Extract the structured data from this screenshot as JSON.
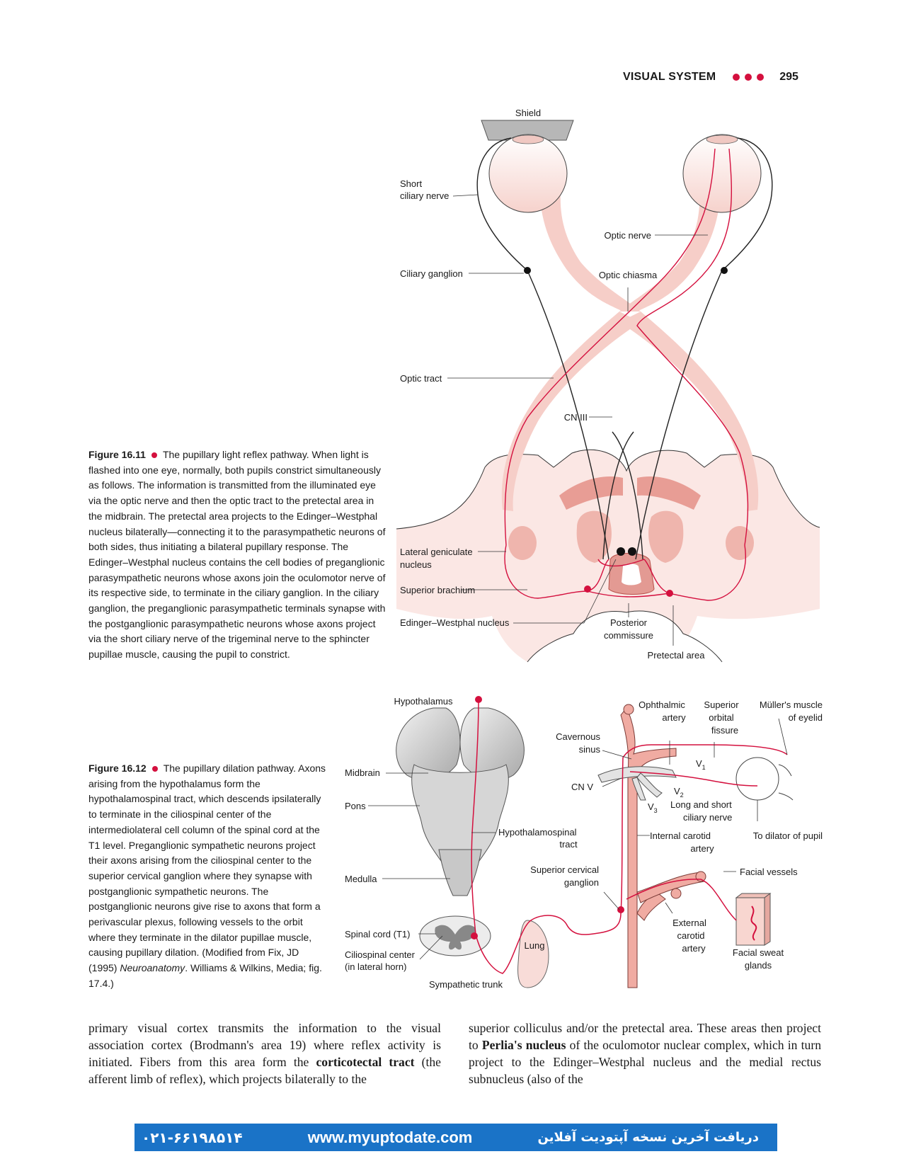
{
  "header": {
    "title": "VISUAL SYSTEM",
    "page_number": "295"
  },
  "figure_16_11": {
    "labels": {
      "shield": "Shield",
      "short_ciliary_1": "Short",
      "short_ciliary_2": "ciliary nerve",
      "optic_nerve": "Optic nerve",
      "ciliary_ganglion": "Ciliary ganglion",
      "optic_chiasma": "Optic chiasma",
      "optic_tract": "Optic tract",
      "cn_iii": "CN III",
      "lgn_1": "Lateral geniculate",
      "lgn_2": "nucleus",
      "superior_brachium": "Superior brachium",
      "edinger": "Edinger–Westphal nucleus",
      "posterior_1": "Posterior",
      "posterior_2": "commissure",
      "pretectal": "Pretectal area"
    },
    "caption_label": "Figure 16.11",
    "caption_text": "The pupillary light reflex pathway. When light is flashed into one eye, normally, both pupils constrict simultaneously as follows. The information is transmitted from the illuminated eye via the optic nerve and then the optic tract to the pretectal area in the midbrain. The pretectal area projects to the Edinger–Westphal nucleus bilaterally—connecting it to the parasympathetic neurons of both sides, thus initiating a bilateral pupillary response. The Edinger–Westphal nucleus contains the cell bodies of preganglionic parasympathetic neurons whose axons join the oculomotor nerve of its respective side, to terminate in the ciliary ganglion. In the ciliary ganglion, the preganglionic parasympathetic terminals synapse with the postganglionic parasympathetic neurons whose axons project via the short ciliary nerve of the trigeminal nerve to the sphincter pupillae muscle, causing the pupil to constrict."
  },
  "figure_16_12": {
    "labels": {
      "hypothalamus": "Hypothalamus",
      "midbrain": "Midbrain",
      "pons": "Pons",
      "medulla": "Medulla",
      "spinal_cord": "Spinal cord (T1)",
      "ciliospinal_1": "Ciliospinal center",
      "ciliospinal_2": "(in lateral horn)",
      "sympathetic_trunk": "Sympathetic trunk",
      "lung": "Lung",
      "hypothalamospinal_1": "Hypothalamospinal",
      "hypothalamospinal_2": "tract",
      "superior_cervical_1": "Superior cervical",
      "superior_cervical_2": "ganglion",
      "cavernous_1": "Cavernous",
      "cavernous_2": "sinus",
      "cn_v": "CN V",
      "ophthalmic_1": "Ophthalmic",
      "ophthalmic_2": "artery",
      "superior_orbital_1": "Superior",
      "superior_orbital_2": "orbital",
      "superior_orbital_3": "fissure",
      "muller_1": "Müller's muscle",
      "muller_2": "of eyelid",
      "v1": "V",
      "v1_sub": "1",
      "v2": "V",
      "v2_sub": "2",
      "v3": "V",
      "v3_sub": "3",
      "long_short_1": "Long and short",
      "long_short_2": "ciliary nerve",
      "internal_carotid_1": "Internal carotid",
      "internal_carotid_2": "artery",
      "dilator": "To dilator of pupil",
      "facial_vessels": "Facial vessels",
      "external_carotid_1": "External",
      "external_carotid_2": "carotid",
      "external_carotid_3": "artery",
      "sweat_1": "Facial sweat",
      "sweat_2": "glands"
    },
    "caption_label": "Figure 16.12",
    "caption_text_before": "The pupillary dilation pathway. Axons arising from the hypothalamus form the hypothalamospinal tract, which descends ipsilaterally to terminate in the ciliospinal center of the intermediolateral cell column of the spinal cord at the T1 level. Preganglionic sympathetic neurons project their axons arising from the ciliospinal center to the superior cervical ganglion where they synapse with postganglionic sympathetic neurons. The postganglionic neurons give rise to axons that form a perivascular plexus, following vessels to the orbit where they terminate in the dilator pupillae muscle, causing pupillary dilation. (Modified from Fix, JD (1995) ",
    "caption_italic": "Neuroanatomy",
    "caption_text_after": ". Williams & Wilkins, Media; fig. 17.4.)"
  },
  "body_text": {
    "left_1": "primary visual cortex transmits the information to the visual association cortex (Brodmann's area 19) where reflex activity is initiated. Fibers from this area form the ",
    "left_bold": "corticotectal tract",
    "left_2": " (the afferent limb of reflex), which projects bilaterally to the",
    "right_1": "superior colliculus and/or the pretectal area. These areas then project to ",
    "right_bold": "Perlia's nucleus",
    "right_2": " of the oculomotor nuclear complex, which in turn project to the Edinger–Westphal nucleus and the medial rectus subnucleus (also of the"
  },
  "footer": {
    "phone": "۰۲۱-۶۶۱۹۸۵۱۴",
    "url": "www.myuptodate.com",
    "persian": "دریافت آخرین نسخه آپتودیت آفلاین"
  },
  "colors": {
    "accent_red": "#d4103e",
    "pink_light": "#f8dcd8",
    "pink_mid": "#efb5ad",
    "pink_dark": "#e39a93",
    "banner_blue": "#1a73c7"
  }
}
